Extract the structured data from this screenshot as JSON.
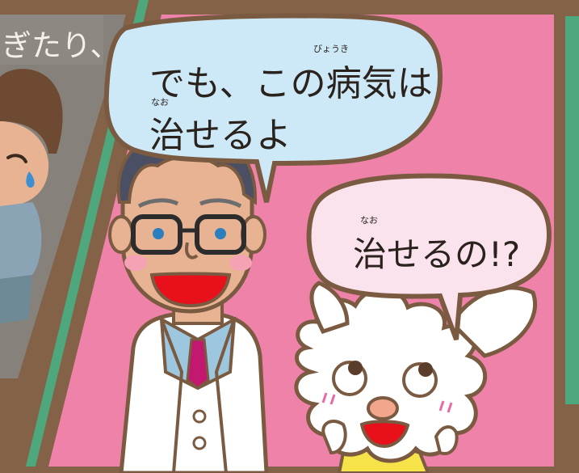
{
  "panel_left": {
    "text_fragment": "ぎたり、"
  },
  "doctor_bubble": {
    "line1_prefix": "でも、この",
    "line1_kanji": "病気",
    "line1_suffix": "は",
    "line1_ruby": "びょうき",
    "line2_kanji": "治",
    "line2_suffix": "せるよ",
    "line2_ruby": "なお"
  },
  "dog_bubble": {
    "kanji": "治",
    "suffix": "せるの!?",
    "ruby": "なお"
  },
  "colors": {
    "frame": "#846248",
    "left_panel_bg": "#86817b",
    "right_panel_bg": "#ee82a8",
    "divider_stripe": "#4fa77d",
    "doctor_bubble_fill": "#cde9f7",
    "dog_bubble_fill": "#fbe3ee",
    "outline": "#7a5a40"
  },
  "icons": {
    "doctor": "doctor-character",
    "dog": "white-dog-character",
    "boy": "worried-boy-character",
    "tear": "tear-drop-icon"
  }
}
